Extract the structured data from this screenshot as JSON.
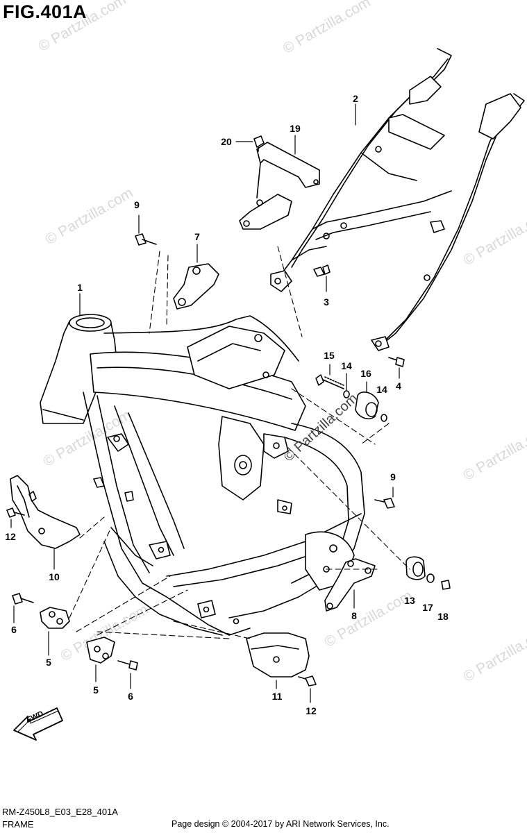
{
  "figure": {
    "title": "FIG.401A",
    "code": "RM-Z450L8_E03_E28_401A",
    "name": "FRAME",
    "copyright": "Page design © 2004-2017 by ARI Network Services, Inc.",
    "direction_label": "FWD"
  },
  "watermark": "© Partzilla.com",
  "callouts": [
    "1",
    "2",
    "3",
    "4",
    "5",
    "5",
    "6",
    "6",
    "7",
    "8",
    "9",
    "9",
    "10",
    "11",
    "12",
    "12",
    "13",
    "14",
    "14",
    "15",
    "16",
    "17",
    "18",
    "19",
    "20"
  ]
}
